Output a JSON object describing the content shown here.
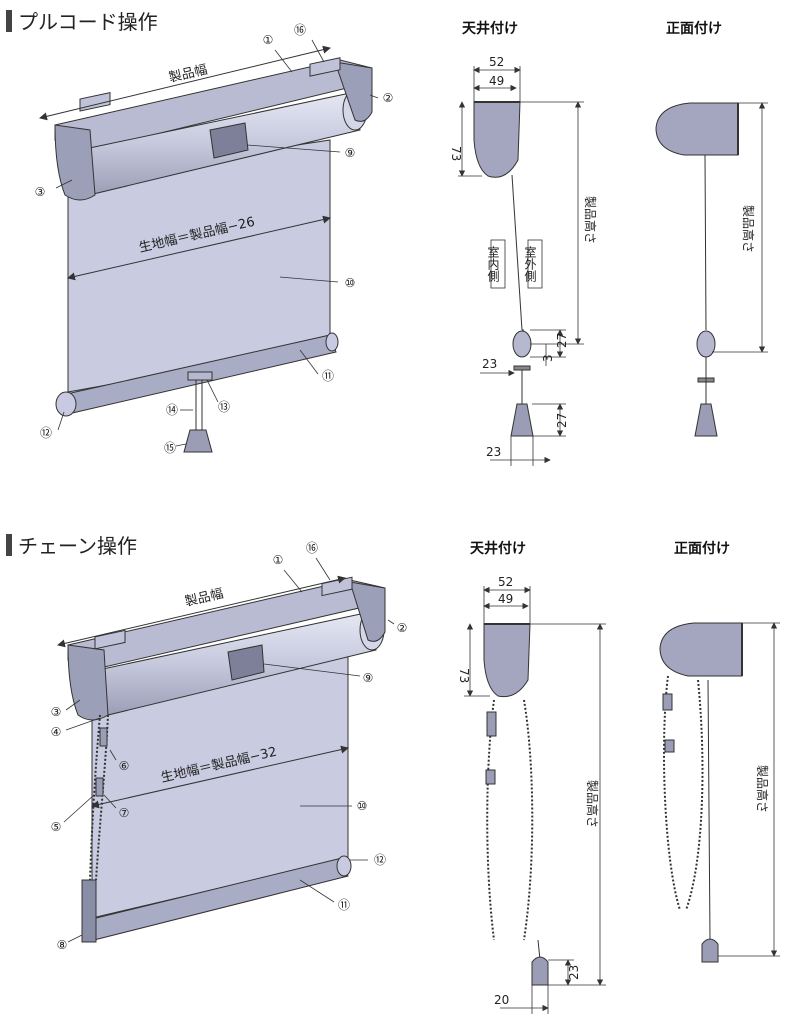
{
  "sections": [
    {
      "title": "プルコード操作",
      "views": {
        "ceiling": "天井付け",
        "front": "正面付け"
      },
      "labels": {
        "product_width": "製品幅",
        "fabric_width": "生地幅＝製品幅−26",
        "product_height": "製品高さ",
        "indoor": "室内側",
        "outdoor": "室外側"
      },
      "dims": {
        "d52": "52",
        "d49": "49",
        "d73": "73",
        "d27a": "27",
        "d3": "3",
        "d23a": "23",
        "d27b": "27",
        "d23b": "23"
      },
      "callouts": [
        "①",
        "②",
        "③",
        "⑨",
        "⑩",
        "⑪",
        "⑫",
        "⑬",
        "⑭",
        "⑮",
        "⑯"
      ]
    },
    {
      "title": "チェーン操作",
      "views": {
        "ceiling": "天井付け",
        "front": "正面付け"
      },
      "labels": {
        "product_width": "製品幅",
        "fabric_width": "生地幅＝製品幅−32",
        "product_height": "製品高さ"
      },
      "dims": {
        "d52": "52",
        "d49": "49",
        "d73": "73",
        "d23": "23",
        "d20": "20"
      },
      "callouts": [
        "①",
        "②",
        "③",
        "④",
        "⑤",
        "⑥",
        "⑦",
        "⑧",
        "⑨",
        "⑩",
        "⑪",
        "⑫",
        "⑯"
      ]
    }
  ]
}
